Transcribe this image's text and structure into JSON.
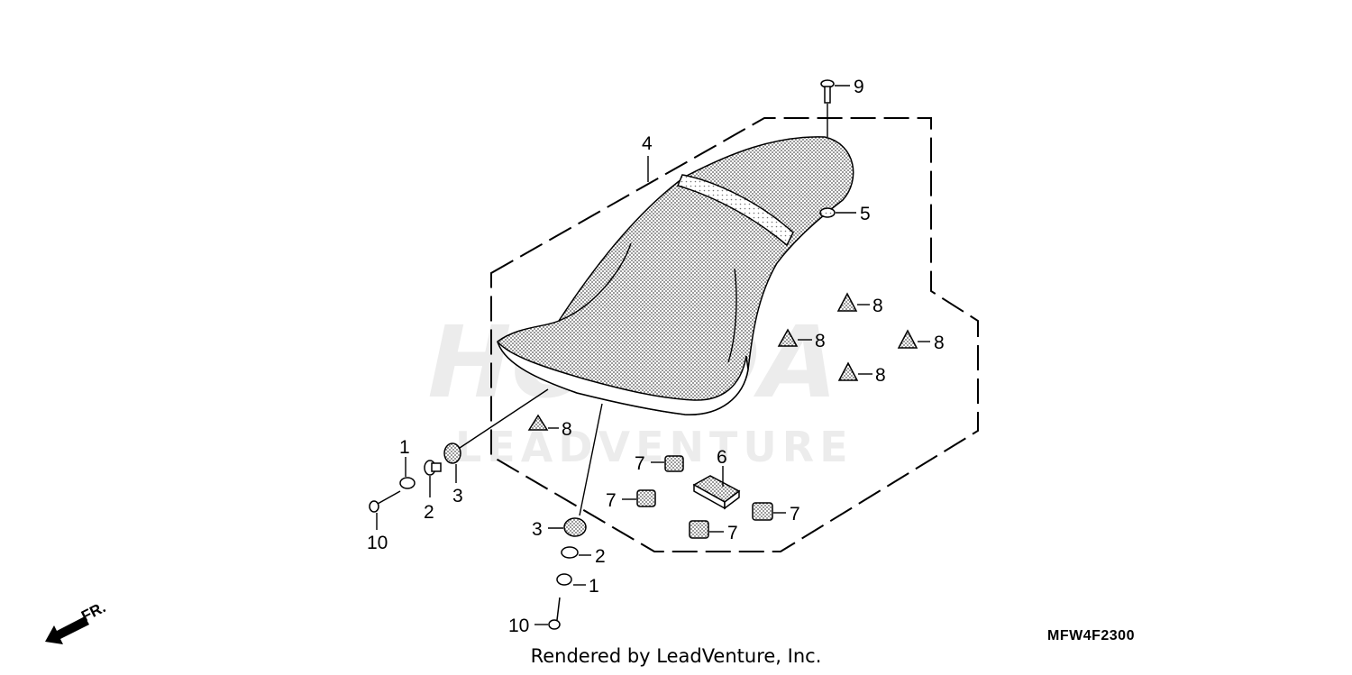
{
  "diagram": {
    "callouts": {
      "c1a": "1",
      "c1b": "1",
      "c2a": "2",
      "c2b": "2",
      "c3a": "3",
      "c3b": "3",
      "c4": "4",
      "c5": "5",
      "c6": "6",
      "c7a": "7",
      "c7b": "7",
      "c7c": "7",
      "c7d": "7",
      "c8a": "8",
      "c8b": "8",
      "c8c": "8",
      "c8d": "8",
      "c8e": "8",
      "c9": "9",
      "c10a": "10",
      "c10b": "10"
    },
    "front_indicator": "FR.",
    "watermark_brand": "HONDA",
    "watermark_text": "LEADVENTURE",
    "diagram_code": "MFW4F2300"
  },
  "footer": {
    "rendered_by": "Rendered by LeadVenture, Inc."
  }
}
